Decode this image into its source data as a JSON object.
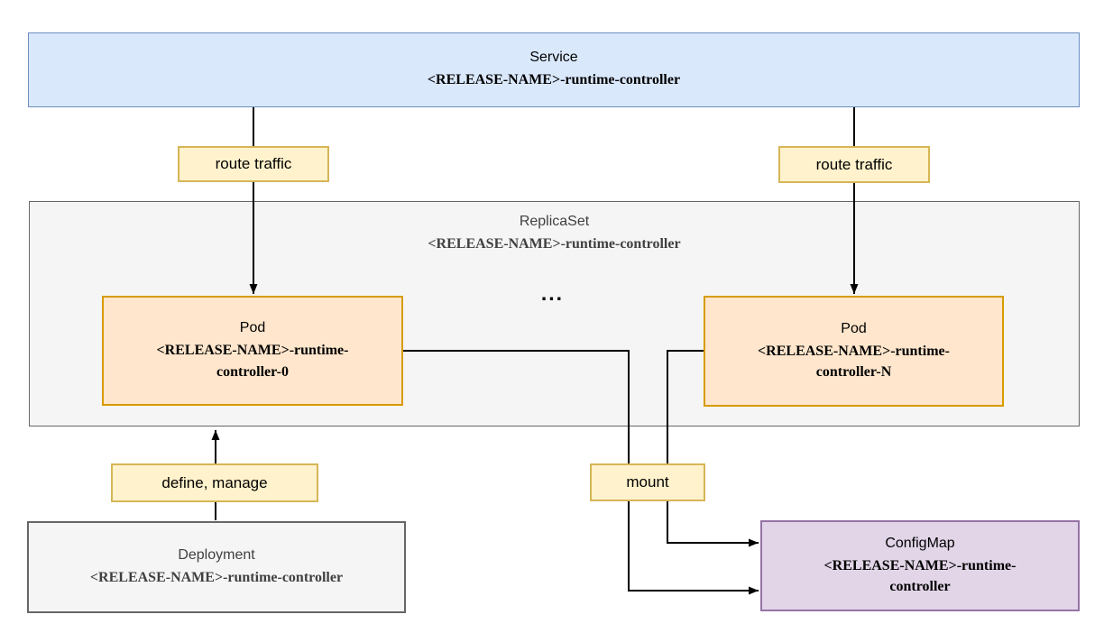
{
  "nodes": {
    "service": {
      "title": "Service",
      "subtitle": "<RELEASE-NAME>-runtime-controller",
      "fill": "#dae8fc",
      "border": "#6c8ebf"
    },
    "replicaset": {
      "title": "ReplicaSet",
      "subtitle": "<RELEASE-NAME>-runtime-controller",
      "fill": "#f5f5f5",
      "border": "#666666",
      "text_color": "#404040"
    },
    "pod_0": {
      "title": "Pod",
      "subtitle": "<RELEASE-NAME>-runtime-\ncontroller-0",
      "fill": "#ffe6cc",
      "border": "#d79b00"
    },
    "pod_n": {
      "title": "Pod",
      "subtitle": "<RELEASE-NAME>-runtime-\ncontroller-N",
      "fill": "#ffe6cc",
      "border": "#d79b00"
    },
    "deployment": {
      "title": "Deployment",
      "subtitle": "<RELEASE-NAME>-runtime-controller",
      "fill": "#f5f5f5",
      "border": "#666666",
      "text_color": "#404040"
    },
    "configmap": {
      "title": "ConfigMap",
      "subtitle": "<RELEASE-NAME>-runtime-\ncontroller",
      "fill": "#e1d5e7",
      "border": "#9673a6"
    }
  },
  "edges": {
    "route_traffic_left": {
      "label": "route traffic"
    },
    "route_traffic_right": {
      "label": "route traffic"
    },
    "define_manage": {
      "label": "define, manage"
    },
    "mount": {
      "label": "mount"
    }
  },
  "ellipsis": {
    "label": "..."
  },
  "edge_label_style": {
    "fill": "#fff2cc",
    "border": "#d6b656"
  },
  "connector_color": "#000000",
  "background_color": "#ffffff"
}
